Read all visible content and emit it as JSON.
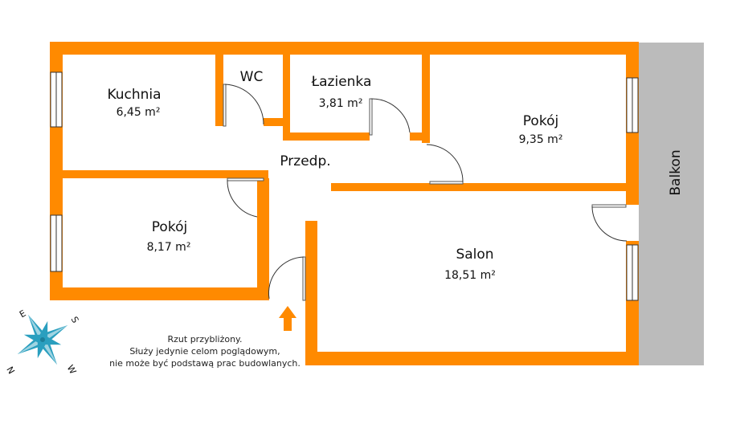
{
  "rooms": {
    "kuchnia": {
      "name": "Kuchnia",
      "area": "6,45 m²"
    },
    "wc": {
      "name": "WC"
    },
    "lazienka": {
      "name": "Łazienka",
      "area": "3,81 m²"
    },
    "pokoj_upper": {
      "name": "Pokój",
      "area": "9,35 m²"
    },
    "przedpokoj": {
      "name": "Przedp."
    },
    "pokoj_lower": {
      "name": "Pokój",
      "area": "8,17 m²"
    },
    "salon": {
      "name": "Salon",
      "area": "18,51 m²"
    },
    "balkon": {
      "name": "Balkon"
    }
  },
  "compass": {
    "n": "N",
    "e": "E",
    "s": "S",
    "w": "W"
  },
  "note": {
    "line1": "Rzut przybliżony.",
    "line2": "Służy jedynie celom poglądowym,",
    "line3": "nie może być podstawą prac budowlanych."
  },
  "colors": {
    "wall": "#ff8a00",
    "balcony": "#bbbbbb",
    "compass": "#2a9fbf"
  }
}
